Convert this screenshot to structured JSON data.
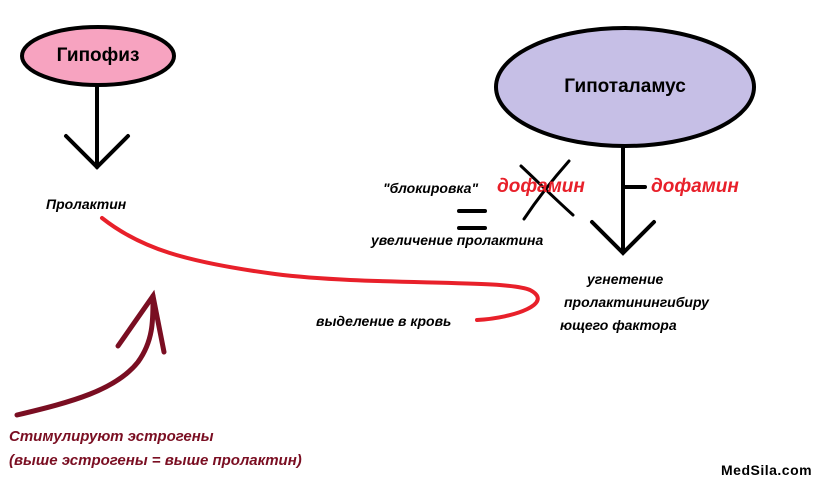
{
  "nodes": {
    "pituitary": "Гипофиз",
    "hypothalamus": "Гипоталамус"
  },
  "labels": {
    "prolactin": "Пролактин",
    "blocking": "\"блокировка\"",
    "dopamine_crossed": "дофамин",
    "dopamine": "дофамин",
    "prolactin_increase": "увеличение пролактина",
    "inhibition_line1": "угнетение",
    "inhibition_line2": "пролактинингибиру",
    "inhibition_line3": "ющего фактора",
    "release_to_blood": "выделение в кровь",
    "estrogen_line1": "Стимулируют эстрогены",
    "estrogen_line2": "(выше эстрогены =  выше пролактин)"
  },
  "watermark": "MedSila.com",
  "colors": {
    "pituitary_fill": "#f7a3c0",
    "hypothalamus_fill": "#c6bfe6",
    "dopamine_red": "#e8202a",
    "blood_curve": "#e8202a",
    "estrogen_dark_red": "#7a0e22",
    "outline": "#000000"
  }
}
